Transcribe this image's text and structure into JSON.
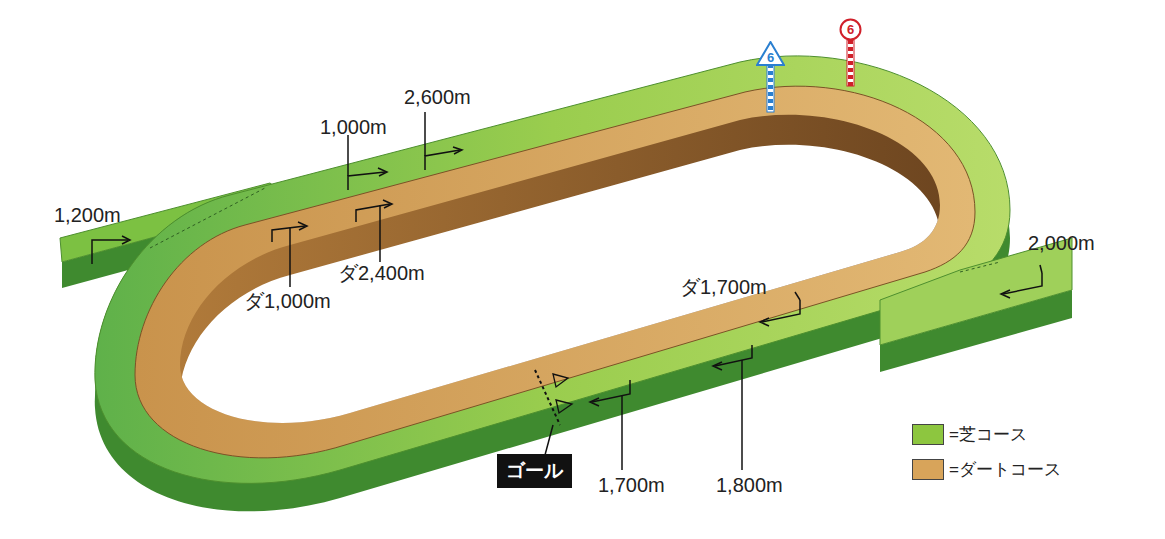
{
  "diagram": {
    "nodes": [
      {
        "text": [
          "6"
        ]
      },
      {
        "text": [
          "6"
        ]
      },
      {
        "text": [
          "ゴール"
        ]
      }
    ],
    "labels": [
      "1,200m",
      "1,000m",
      "2,600m",
      "ダ1,000m",
      "ダ2,400m",
      "ダ1,700m",
      "2,000m",
      "1,700m",
      "1,800m"
    ],
    "legend": [
      {
        "text": "=芝コース",
        "color": "#8dc63f"
      },
      {
        "text": "=ダートコース",
        "color": "#d8a45a"
      }
    ]
  }
}
